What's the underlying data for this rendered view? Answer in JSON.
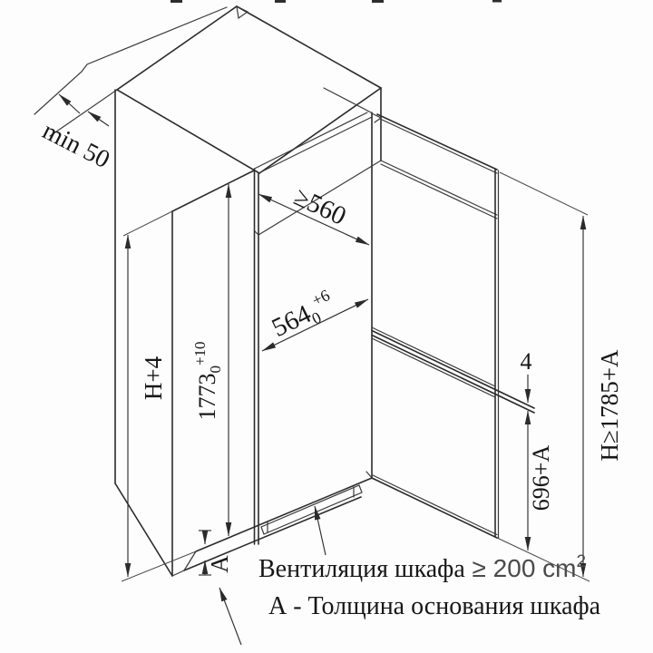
{
  "diagram": {
    "title": "built-in refrigerator niche installation drawing",
    "line_color": "#2b2b2b",
    "background": "#fdfdfd",
    "dimensions": {
      "top_clearance": {
        "label": "min 50"
      },
      "niche_depth": {
        "label": "≥560"
      },
      "niche_width": {
        "main": "564",
        "sub": "0",
        "sup": "+6"
      },
      "niche_height_formula": {
        "label": "H+4"
      },
      "niche_height": {
        "main": "1773",
        "sub": "0",
        "sup": "+10"
      },
      "door_gap": {
        "label": "4"
      },
      "lower_door_height": {
        "label": "696+A"
      },
      "overall_height": {
        "label": "H≥1785+A"
      },
      "base_thickness": {
        "label": "А"
      }
    },
    "notes": {
      "ventilation_text": "Вентиляция шкафа",
      "ventilation_value": " ≥ 200 cm",
      "ventilation_sup": "2",
      "footnote": "А - Толщина основания шкафа"
    }
  }
}
